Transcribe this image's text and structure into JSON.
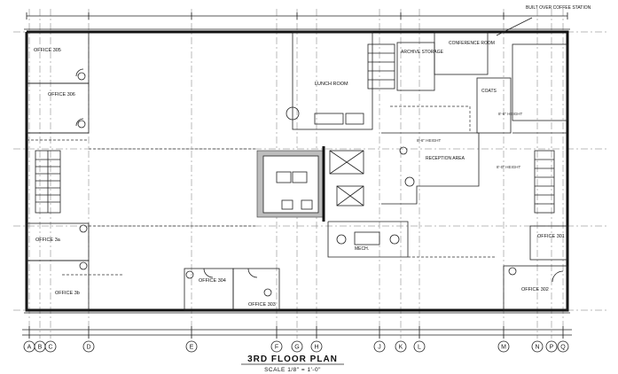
{
  "sheet": {
    "title": "3RD FLOOR PLAN",
    "scale": "SCALE 1/8\" = 1'-0\""
  },
  "grid_lines": {
    "columns": [
      "A",
      "B",
      "C",
      "D",
      "E",
      "F",
      "G",
      "H",
      "J",
      "K",
      "L",
      "M",
      "N",
      "P",
      "Q"
    ]
  },
  "rooms": {
    "office_305": "OFFICE 305",
    "office_306": "OFFICE 306",
    "office_3a": "OFFICE 3a",
    "office_3b": "OFFICE 3b",
    "office_304": "OFFICE 304",
    "office_303": "OFFICE 303",
    "office_302": "OFFICE 302",
    "office_301": "OFFICE 301",
    "lunch_room": "LUNCH ROOM",
    "archive_storage": "ARCHIVE STORAGE",
    "conference_room": "CONFERENCE ROOM",
    "coats": "COATS",
    "reception_area": "RECEPTION AREA",
    "mechanical": "MECH."
  },
  "notes": {
    "coffee_station": "BUILT OVER COFFEE STATION",
    "tag_01": "8'-6\" HEIGHT",
    "tag_02": "8'-6\" HEIGHT",
    "tag_03": "8'-0\" HEIGHT"
  }
}
